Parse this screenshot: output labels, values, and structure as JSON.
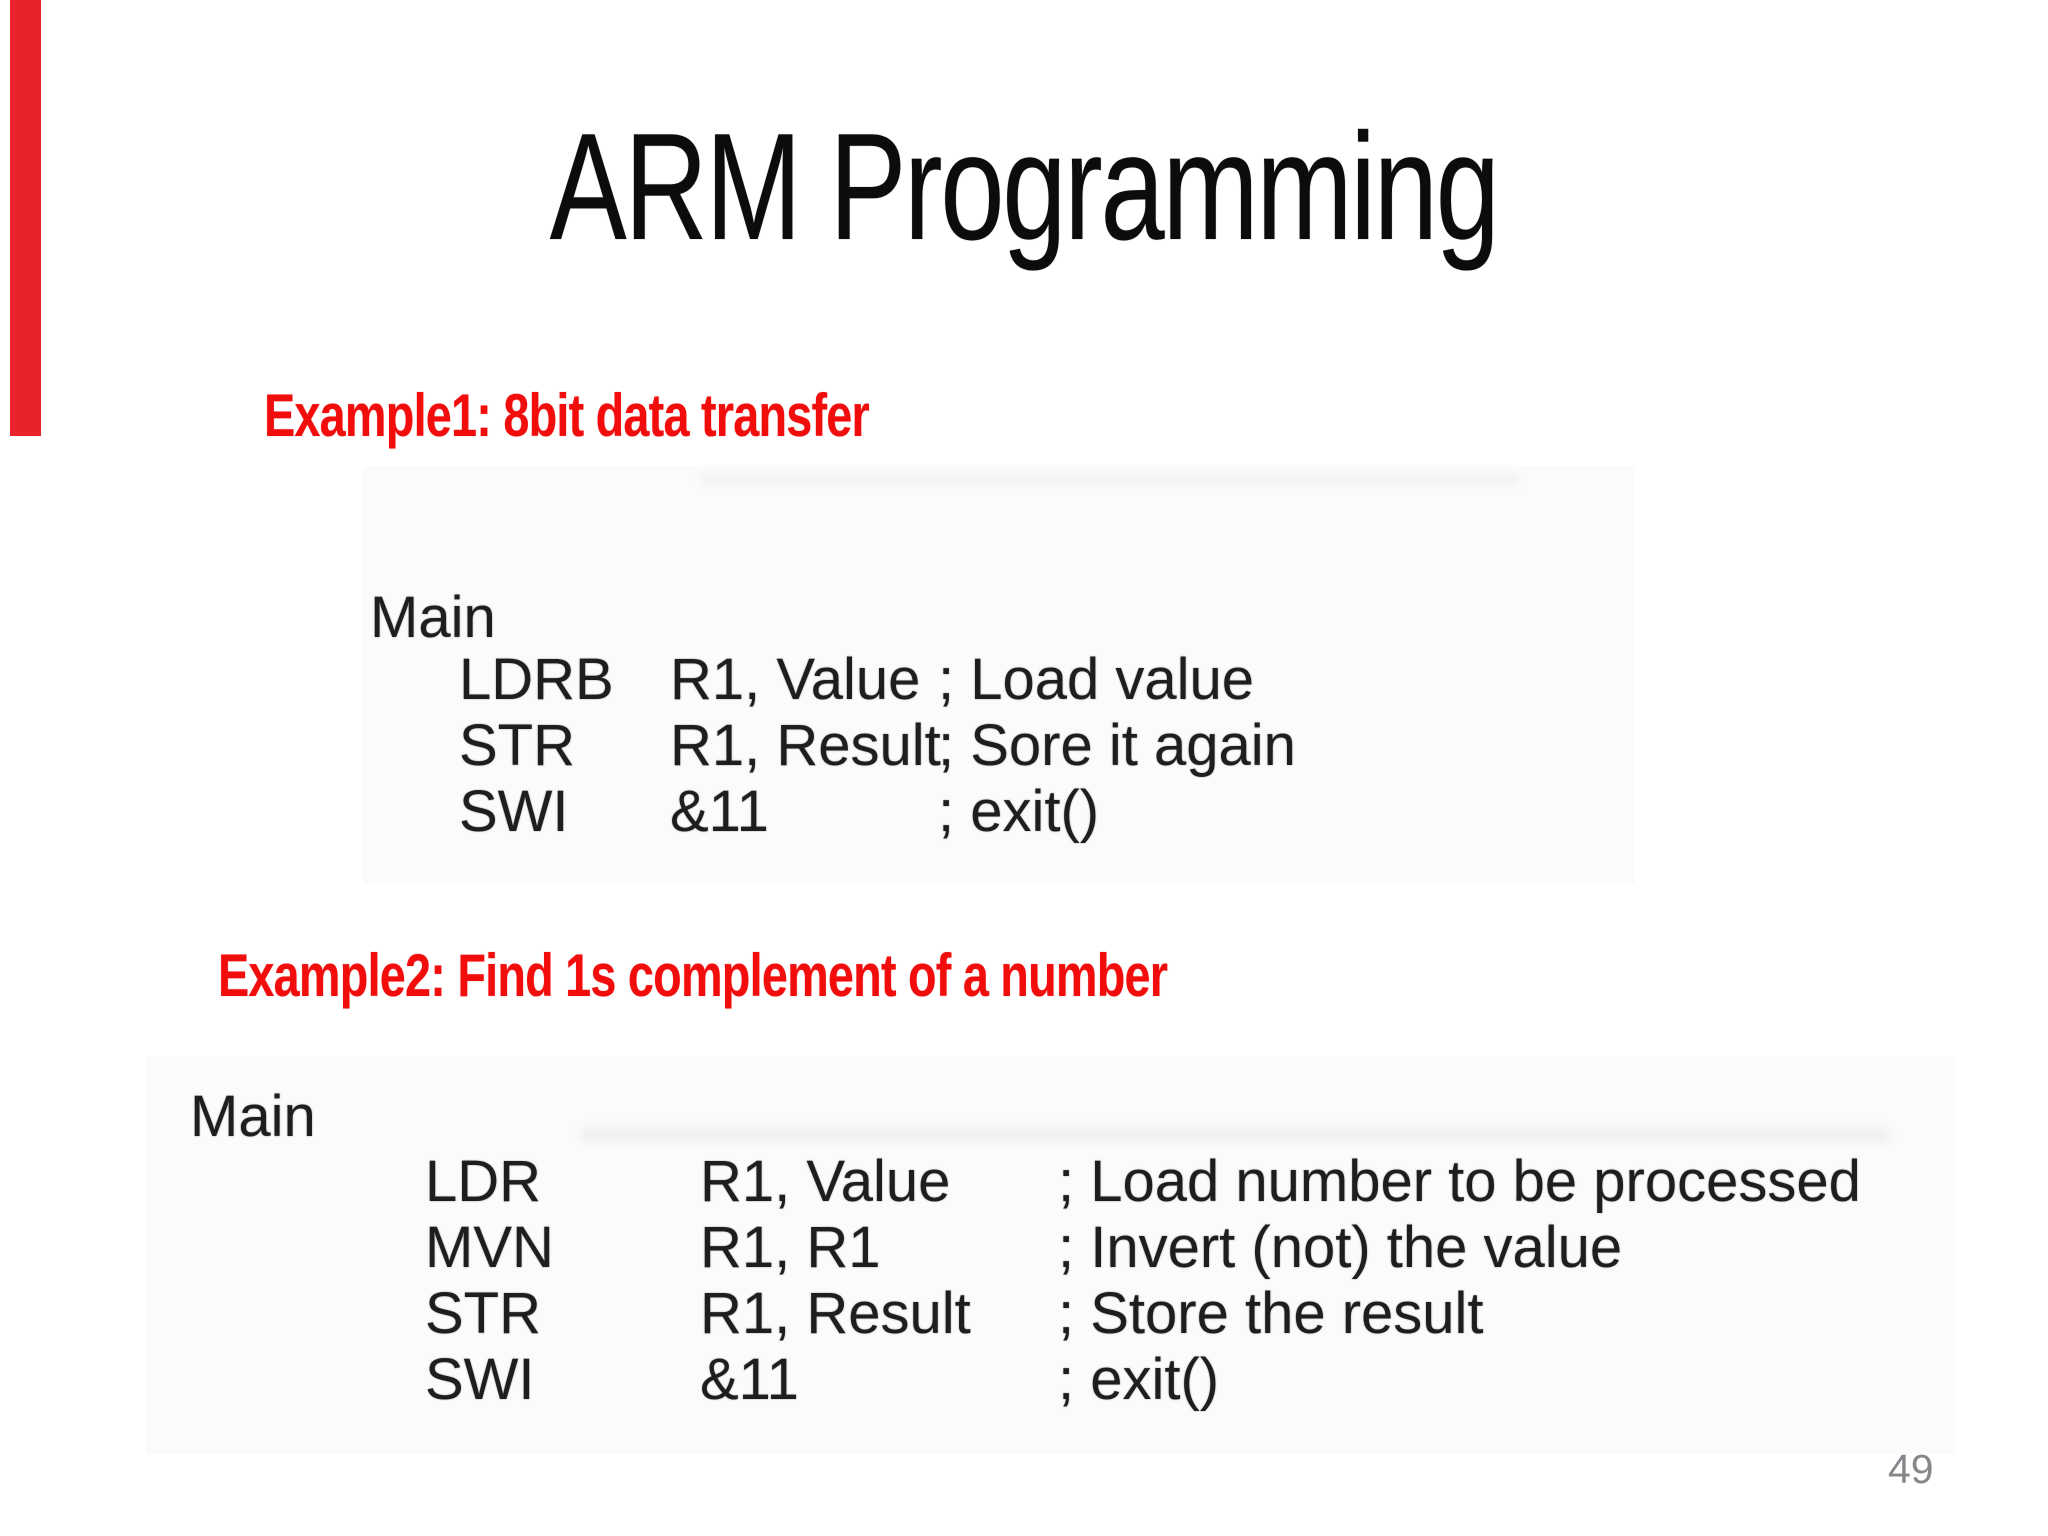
{
  "title": "ARM Programming",
  "colors": {
    "accent_red_text": "#f20d0d",
    "accent_red_bar": "#e8232b",
    "code_text": "#1e1e1e",
    "page_number_gray": "#87878b",
    "background": "#ffffff"
  },
  "example1": {
    "label": "Example1: 8bit data transfer"
  },
  "example2": {
    "label": "Example2: Find 1s complement of a number"
  },
  "code1": {
    "label": "Main",
    "rows": [
      {
        "mnemonic": "LDRB",
        "operand": "R1, Value",
        "comment": "; Load value"
      },
      {
        "mnemonic": "STR",
        "operand": "R1, Result",
        "comment": "; Sore it again"
      },
      {
        "mnemonic": "SWI",
        "operand": "&11",
        "comment": "; exit()"
      }
    ]
  },
  "code2": {
    "label": "Main",
    "rows": [
      {
        "mnemonic": "LDR",
        "operand": "R1, Value",
        "comment": "; Load number to be processed"
      },
      {
        "mnemonic": "MVN",
        "operand": "R1, R1",
        "comment": "; Invert (not) the value"
      },
      {
        "mnemonic": "STR",
        "operand": "R1, Result",
        "comment": "; Store the result"
      },
      {
        "mnemonic": "SWI",
        "operand": "&11",
        "comment": "; exit()"
      }
    ]
  },
  "page": {
    "number": "49"
  }
}
